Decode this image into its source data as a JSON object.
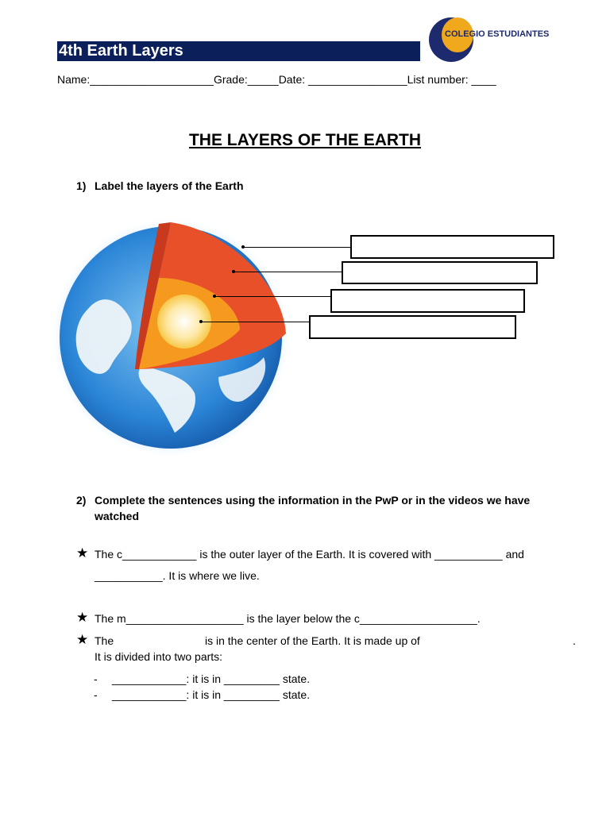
{
  "header": {
    "title": "4th Earth Layers",
    "logo_text": "COLEGIO ESTUDIANTES",
    "info_line": "Name:____________________Grade:_____Date: ________________List number: ____"
  },
  "main_title": "THE LAYERS OF THE EARTH",
  "q1": {
    "number": "1)",
    "text": "Label the layers of the Earth"
  },
  "q2": {
    "number": "2)",
    "line1": "Complete the sentences using the information in the PwP or in the videos we have",
    "line2": "watched"
  },
  "sentences": {
    "s1_line1": "The c____________ is the outer layer of the Earth. It is covered with ___________ and",
    "s1_line2": "___________. It is where we live.",
    "s2": "The m___________________ is the layer below the c___________________.",
    "s3_part1": "The",
    "s3_part2": "is in the center of the Earth. It is made up of",
    "s3_end": ".",
    "s3_line2": "It is divided into two parts:",
    "part1": "____________: it is in _________ state.",
    "part2": "____________: it is in _________ state."
  },
  "bullet_char": "★",
  "dash_char": "-",
  "colors": {
    "title_bar": "#0b1f5b",
    "crust": "#e8502a",
    "outer_core": "#f59a1e",
    "inner_core": "#fde9a8",
    "ocean": "#2a84d6",
    "land": "#eef4f8"
  }
}
